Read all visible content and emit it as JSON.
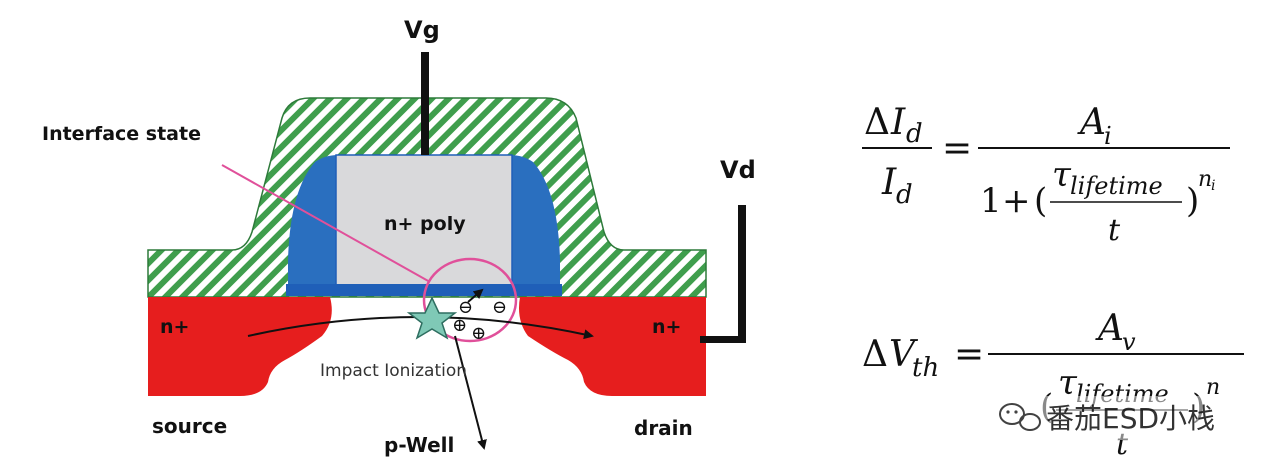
{
  "diagram": {
    "labels": {
      "gate_voltage": "Vg",
      "drain_voltage": "Vd",
      "interface_state": "Interface state",
      "gate_material": "n+ poly",
      "source_doping": "n+",
      "drain_doping": "n+",
      "impact_ionization": "Impact Ionization",
      "source": "source",
      "drain": "drain",
      "well": "p-Well"
    },
    "colors": {
      "spacer_hatch": "#3f9e4d",
      "sidewall": "#2a6fbf",
      "gate_oxide": "#1f5fb8",
      "poly_gate": "#d9d9db",
      "n_plus": "#e61e1e",
      "interface_marker": "#e0509a",
      "trap_star": "#7fc9b6"
    },
    "charges": {
      "electron_symbol": "⊖",
      "hole_symbol": "⊕"
    }
  },
  "equations": {
    "id_shift": {
      "lhs_numerator_delta": "Δ",
      "lhs_numerator_var": "I",
      "lhs_numerator_sub": "d",
      "lhs_denominator_var": "I",
      "lhs_denominator_sub": "d",
      "equals": "=",
      "rhs_numerator_var": "A",
      "rhs_numerator_sub": "i",
      "rhs_denominator_one": "1",
      "rhs_denominator_plus": "+",
      "paren_open": "(",
      "paren_close": ")",
      "tau": "τ",
      "tau_sub": "lifetime",
      "t": "t",
      "exponent": "n",
      "exponent_sub": "i"
    },
    "vth_shift": {
      "lhs_delta": "Δ",
      "lhs_var": "V",
      "lhs_sub": "th",
      "equals": "=",
      "rhs_numerator_var": "A",
      "rhs_numerator_sub": "v",
      "paren_open": "(",
      "paren_close": ")",
      "tau": "τ",
      "tau_sub": "lifetime",
      "t": "t",
      "exponent": "n"
    }
  },
  "watermark": {
    "text": "番茄ESD小栈"
  }
}
